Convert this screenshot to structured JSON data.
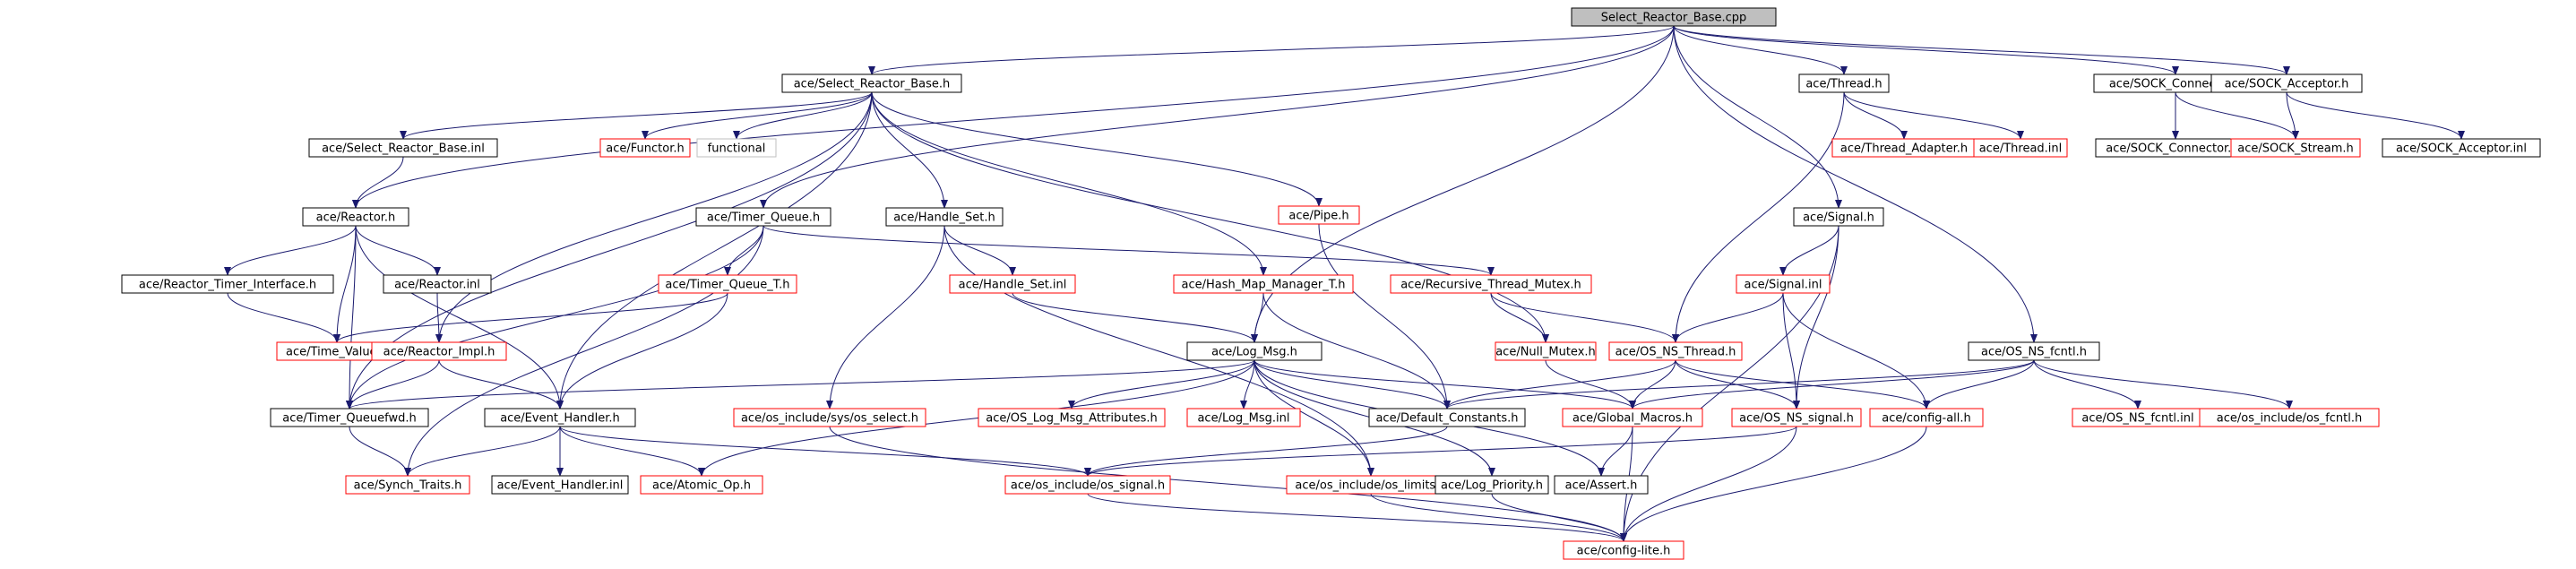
{
  "graph": {
    "colors": {
      "edge": "#1a1a6e",
      "node_border": "#000000",
      "missing_border": "#ff0000",
      "muted_border": "#bfbfbf",
      "root_fill": "#bfbfbf",
      "node_fill": "#ffffff",
      "text": "#000000"
    },
    "nodes": [
      {
        "id": "n0",
        "label": "Select_Reactor_Base.cpp",
        "style": "root"
      },
      {
        "id": "n1",
        "label": "ace/Select_Reactor_Base.h",
        "style": "normal"
      },
      {
        "id": "n2",
        "label": "ace/Thread.h",
        "style": "normal"
      },
      {
        "id": "n3",
        "label": "ace/SOCK_Connector.h",
        "style": "normal"
      },
      {
        "id": "n4",
        "label": "ace/SOCK_Acceptor.h",
        "style": "normal"
      },
      {
        "id": "n5",
        "label": "ace/Select_Reactor_Base.inl",
        "style": "normal"
      },
      {
        "id": "n6",
        "label": "ace/Functor.h",
        "style": "missing"
      },
      {
        "id": "n7",
        "label": "functional",
        "style": "muted"
      },
      {
        "id": "n8",
        "label": "ace/Pipe.h",
        "style": "missing"
      },
      {
        "id": "n9",
        "label": "ace/Thread_Adapter.h",
        "style": "missing"
      },
      {
        "id": "n10",
        "label": "ace/Thread.inl",
        "style": "missing"
      },
      {
        "id": "n11",
        "label": "ace/SOCK_Connector.inl",
        "style": "normal"
      },
      {
        "id": "n12",
        "label": "ace/SOCK_Stream.h",
        "style": "missing"
      },
      {
        "id": "n13",
        "label": "ace/SOCK_Acceptor.inl",
        "style": "normal"
      },
      {
        "id": "n14",
        "label": "ace/Reactor.h",
        "style": "normal"
      },
      {
        "id": "n15",
        "label": "ace/Timer_Queue.h",
        "style": "normal"
      },
      {
        "id": "n16",
        "label": "ace/Handle_Set.h",
        "style": "normal"
      },
      {
        "id": "n17",
        "label": "ace/Signal.h",
        "style": "normal"
      },
      {
        "id": "n18",
        "label": "ace/Reactor_Timer_Interface.h",
        "style": "normal"
      },
      {
        "id": "n19",
        "label": "ace/Reactor.inl",
        "style": "normal"
      },
      {
        "id": "n20",
        "label": "ace/Timer_Queue_T.h",
        "style": "missing"
      },
      {
        "id": "n21",
        "label": "ace/Handle_Set.inl",
        "style": "missing"
      },
      {
        "id": "n22",
        "label": "ace/Hash_Map_Manager_T.h",
        "style": "missing"
      },
      {
        "id": "n23",
        "label": "ace/Recursive_Thread_Mutex.h",
        "style": "missing"
      },
      {
        "id": "n24",
        "label": "ace/Signal.inl",
        "style": "missing"
      },
      {
        "id": "n25",
        "label": "ace/Time_Value.h",
        "style": "missing"
      },
      {
        "id": "n26",
        "label": "ace/Reactor_Impl.h",
        "style": "missing"
      },
      {
        "id": "n27",
        "label": "ace/Log_Msg.h",
        "style": "normal"
      },
      {
        "id": "n28",
        "label": "ace/Null_Mutex.h",
        "style": "missing"
      },
      {
        "id": "n29",
        "label": "ace/OS_NS_Thread.h",
        "style": "missing"
      },
      {
        "id": "n30",
        "label": "ace/OS_NS_fcntl.h",
        "style": "normal"
      },
      {
        "id": "n31",
        "label": "ace/Timer_Queuefwd.h",
        "style": "normal"
      },
      {
        "id": "n32",
        "label": "ace/Event_Handler.h",
        "style": "normal"
      },
      {
        "id": "n33",
        "label": "ace/os_include/sys/os_select.h",
        "style": "missing"
      },
      {
        "id": "n34",
        "label": "ace/OS_Log_Msg_Attributes.h",
        "style": "missing"
      },
      {
        "id": "n35",
        "label": "ace/Log_Msg.inl",
        "style": "missing"
      },
      {
        "id": "n36",
        "label": "ace/Default_Constants.h",
        "style": "normal"
      },
      {
        "id": "n37",
        "label": "ace/Global_Macros.h",
        "style": "missing"
      },
      {
        "id": "n38",
        "label": "ace/OS_NS_signal.h",
        "style": "missing"
      },
      {
        "id": "n39",
        "label": "ace/config-all.h",
        "style": "missing"
      },
      {
        "id": "n40",
        "label": "ace/OS_NS_fcntl.inl",
        "style": "missing"
      },
      {
        "id": "n41",
        "label": "ace/os_include/os_fcntl.h",
        "style": "missing"
      },
      {
        "id": "n42",
        "label": "ace/Synch_Traits.h",
        "style": "missing"
      },
      {
        "id": "n43",
        "label": "ace/Event_Handler.inl",
        "style": "normal"
      },
      {
        "id": "n44",
        "label": "ace/Atomic_Op.h",
        "style": "missing"
      },
      {
        "id": "n45",
        "label": "ace/os_include/os_signal.h",
        "style": "missing"
      },
      {
        "id": "n46",
        "label": "ace/os_include/os_limits.h",
        "style": "missing"
      },
      {
        "id": "n47",
        "label": "ace/Log_Priority.h",
        "style": "normal"
      },
      {
        "id": "n48",
        "label": "ace/Assert.h",
        "style": "normal"
      },
      {
        "id": "n49",
        "label": "ace/config-lite.h",
        "style": "missing"
      }
    ],
    "edges": [
      [
        "n0",
        "n1"
      ],
      [
        "n0",
        "n2"
      ],
      [
        "n0",
        "n3"
      ],
      [
        "n0",
        "n4"
      ],
      [
        "n0",
        "n14"
      ],
      [
        "n0",
        "n15"
      ],
      [
        "n0",
        "n17"
      ],
      [
        "n0",
        "n27"
      ],
      [
        "n0",
        "n30"
      ],
      [
        "n1",
        "n5"
      ],
      [
        "n1",
        "n6"
      ],
      [
        "n1",
        "n7"
      ],
      [
        "n1",
        "n8"
      ],
      [
        "n1",
        "n16"
      ],
      [
        "n1",
        "n22"
      ],
      [
        "n1",
        "n26"
      ],
      [
        "n1",
        "n28"
      ],
      [
        "n1",
        "n31"
      ],
      [
        "n1",
        "n32"
      ],
      [
        "n2",
        "n9"
      ],
      [
        "n2",
        "n10"
      ],
      [
        "n2",
        "n29"
      ],
      [
        "n3",
        "n11"
      ],
      [
        "n3",
        "n12"
      ],
      [
        "n4",
        "n12"
      ],
      [
        "n4",
        "n13"
      ],
      [
        "n5",
        "n14"
      ],
      [
        "n14",
        "n18"
      ],
      [
        "n14",
        "n19"
      ],
      [
        "n14",
        "n25"
      ],
      [
        "n14",
        "n31"
      ],
      [
        "n14",
        "n32"
      ],
      [
        "n15",
        "n20"
      ],
      [
        "n15",
        "n23"
      ],
      [
        "n15",
        "n31"
      ],
      [
        "n15",
        "n42"
      ],
      [
        "n16",
        "n21"
      ],
      [
        "n16",
        "n33"
      ],
      [
        "n16",
        "n46"
      ],
      [
        "n17",
        "n24"
      ],
      [
        "n17",
        "n38"
      ],
      [
        "n17",
        "n49"
      ],
      [
        "n18",
        "n25"
      ],
      [
        "n19",
        "n26"
      ],
      [
        "n20",
        "n25"
      ],
      [
        "n20",
        "n32"
      ],
      [
        "n21",
        "n27"
      ],
      [
        "n22",
        "n27"
      ],
      [
        "n22",
        "n36"
      ],
      [
        "n23",
        "n28"
      ],
      [
        "n23",
        "n29"
      ],
      [
        "n24",
        "n29"
      ],
      [
        "n24",
        "n38"
      ],
      [
        "n24",
        "n39"
      ],
      [
        "n26",
        "n31"
      ],
      [
        "n26",
        "n32"
      ],
      [
        "n27",
        "n31"
      ],
      [
        "n27",
        "n34"
      ],
      [
        "n27",
        "n35"
      ],
      [
        "n27",
        "n36"
      ],
      [
        "n27",
        "n37"
      ],
      [
        "n27",
        "n44"
      ],
      [
        "n27",
        "n46"
      ],
      [
        "n27",
        "n47"
      ],
      [
        "n27",
        "n48"
      ],
      [
        "n28",
        "n37"
      ],
      [
        "n29",
        "n36"
      ],
      [
        "n29",
        "n37"
      ],
      [
        "n29",
        "n38"
      ],
      [
        "n29",
        "n39"
      ],
      [
        "n30",
        "n36"
      ],
      [
        "n30",
        "n37"
      ],
      [
        "n30",
        "n39"
      ],
      [
        "n30",
        "n40"
      ],
      [
        "n30",
        "n41"
      ],
      [
        "n31",
        "n42"
      ],
      [
        "n32",
        "n42"
      ],
      [
        "n32",
        "n43"
      ],
      [
        "n32",
        "n44"
      ],
      [
        "n32",
        "n45"
      ],
      [
        "n33",
        "n49"
      ],
      [
        "n36",
        "n45"
      ],
      [
        "n37",
        "n48"
      ],
      [
        "n37",
        "n49"
      ],
      [
        "n38",
        "n45"
      ],
      [
        "n38",
        "n49"
      ],
      [
        "n39",
        "n49"
      ],
      [
        "n45",
        "n49"
      ],
      [
        "n46",
        "n49"
      ],
      [
        "n47",
        "n49"
      ],
      [
        "n8",
        "n36"
      ]
    ]
  }
}
